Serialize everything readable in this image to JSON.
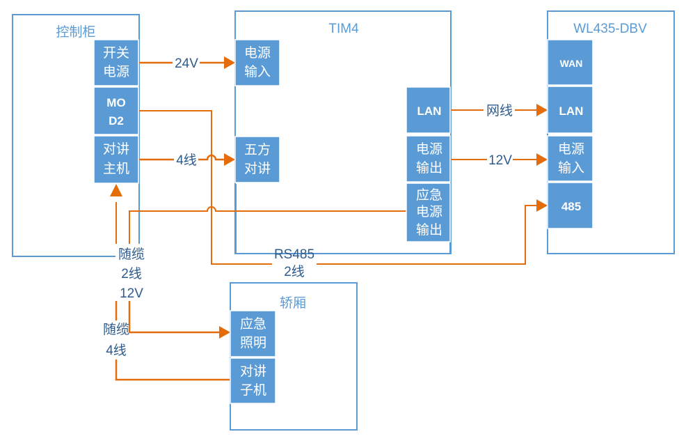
{
  "colors": {
    "frame": "#5b9bd5",
    "port_fill": "#5b9bd5",
    "wire": "#e46c0a",
    "label_text": "#2e5b8c"
  },
  "blocks": {
    "control_cabinet": {
      "title": "控制柜",
      "ports": {
        "switch_power": [
          "开关",
          "电源"
        ],
        "mod2": [
          "MO",
          "D2"
        ],
        "intercom_main": [
          "对讲",
          "主机"
        ]
      }
    },
    "tim4": {
      "title": "TIM4",
      "ports": {
        "power_in": [
          "电源",
          "输入"
        ],
        "five_way_intercom": [
          "五方",
          "对讲"
        ],
        "lan": [
          "LAN"
        ],
        "power_out": [
          "电源",
          "输出"
        ],
        "emergency_power_out": [
          "应急",
          "电源",
          "输出"
        ]
      }
    },
    "wl435": {
      "title": "WL435-DBV",
      "ports": {
        "wan": [
          "WAN"
        ],
        "lan": [
          "LAN"
        ],
        "power_in": [
          "电源",
          "输入"
        ],
        "rs485": [
          "485"
        ]
      }
    },
    "car": {
      "title": "轿厢",
      "ports": {
        "emergency_light": [
          "应急",
          "照明"
        ],
        "intercom_sub": [
          "对讲",
          "子机"
        ]
      }
    }
  },
  "connections": {
    "v24": "24V",
    "four_wire": "4线",
    "network_cable": "网线",
    "v12": "12V",
    "rs485": "RS485",
    "rs485_wires": "2线",
    "traveling_cable_a": [
      "随缆",
      "2线",
      "12V"
    ],
    "traveling_cable_b": [
      "随缆",
      "4线"
    ]
  }
}
